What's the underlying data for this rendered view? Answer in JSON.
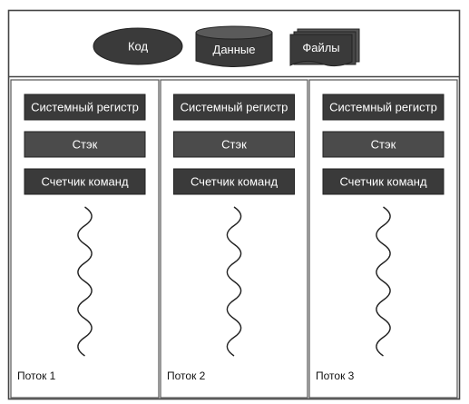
{
  "shared": {
    "code": "Код",
    "data": "Данные",
    "files": "Файлы"
  },
  "threads": [
    {
      "name": "Поток 1",
      "registers": "Системный регистр",
      "stack": "Стэк",
      "counter": "Счетчик команд"
    },
    {
      "name": "Поток 2",
      "registers": "Системный регистр",
      "stack": "Стэк",
      "counter": "Счетчик команд"
    },
    {
      "name": "Поток 3",
      "registers": "Системный регистр",
      "stack": "Стэк",
      "counter": "Счетчик команд"
    }
  ],
  "colors": {
    "box_fill": "#3a3a3a",
    "box_fill_alt": "#4b4b4b",
    "frame": "#444444",
    "text_on_box": "#ffffff"
  }
}
